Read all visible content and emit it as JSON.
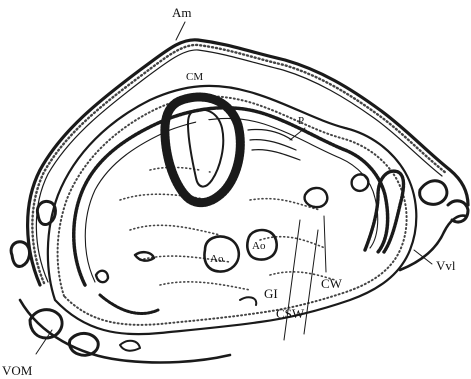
{
  "figure": {
    "labels": {
      "am": "Am",
      "cm": "CM",
      "p": "P",
      "ao_right": "Ao",
      "ao_left": "Ao",
      "vvl": "Vvl",
      "cw": "CW",
      "gi": "GI",
      "csw": "CSW",
      "vom": "VOM"
    }
  }
}
